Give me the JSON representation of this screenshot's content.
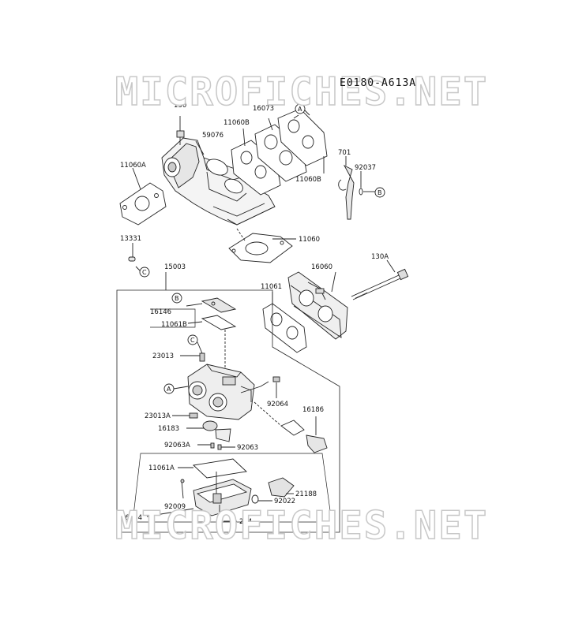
{
  "diagram": {
    "code": "E0180-A613A",
    "watermark": "MICROFICHES.NET",
    "labels": {
      "130": "130",
      "16073": "16073",
      "11060B_a": "11060B",
      "59076": "59076",
      "11060A": "11060A",
      "11060B_b": "11060B",
      "701": "701",
      "92037": "92037",
      "11060": "11060",
      "13331": "13331",
      "15003": "15003",
      "16060": "16060",
      "130A": "130A",
      "11061": "11061",
      "16146": "16146",
      "11061B": "11061B",
      "23013": "23013",
      "92064": "92064",
      "16186": "16186",
      "23013A": "23013A",
      "16183": "16183",
      "92063A": "92063A",
      "92063": "92063",
      "11061A": "11061A",
      "21188": "21188",
      "92009": "92009",
      "92022": "92022",
      "16184": "16184",
      "214": "214"
    },
    "refs": {
      "A": "A",
      "B": "B",
      "C": "C"
    }
  }
}
